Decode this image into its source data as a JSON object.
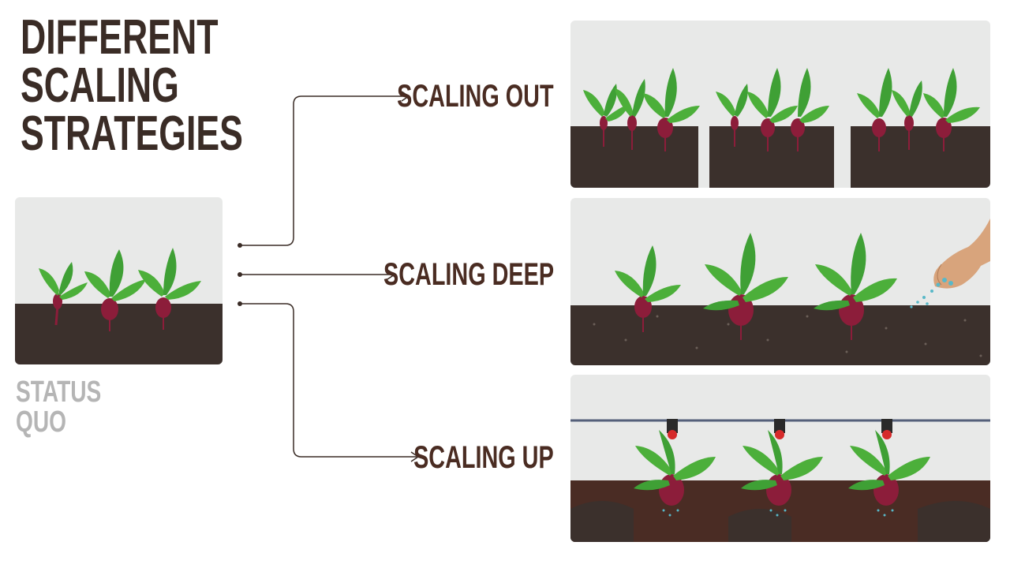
{
  "title": {
    "lines": [
      "DIFFERENT",
      "SCALING",
      "STRATEGIES"
    ]
  },
  "status_quo": {
    "lines": [
      "STATUS",
      "QUO"
    ]
  },
  "strategies": [
    {
      "label": "SCALING OUT"
    },
    {
      "label": "SCALING DEEP"
    },
    {
      "label": "SCALING UP"
    }
  ],
  "colors": {
    "title_text": "#3a2c26",
    "strategy_text": "#4a2c22",
    "status_text": "#b5b5b5",
    "sky": "#e8e9e8",
    "soil": "#3b302c",
    "soil_brown": "#4a2c24",
    "leaf": "#4caf3a",
    "leaf_dark": "#2e8b2a",
    "beet": "#8c1d3a",
    "water": "#58b8c8",
    "pipe": "#55607a"
  }
}
